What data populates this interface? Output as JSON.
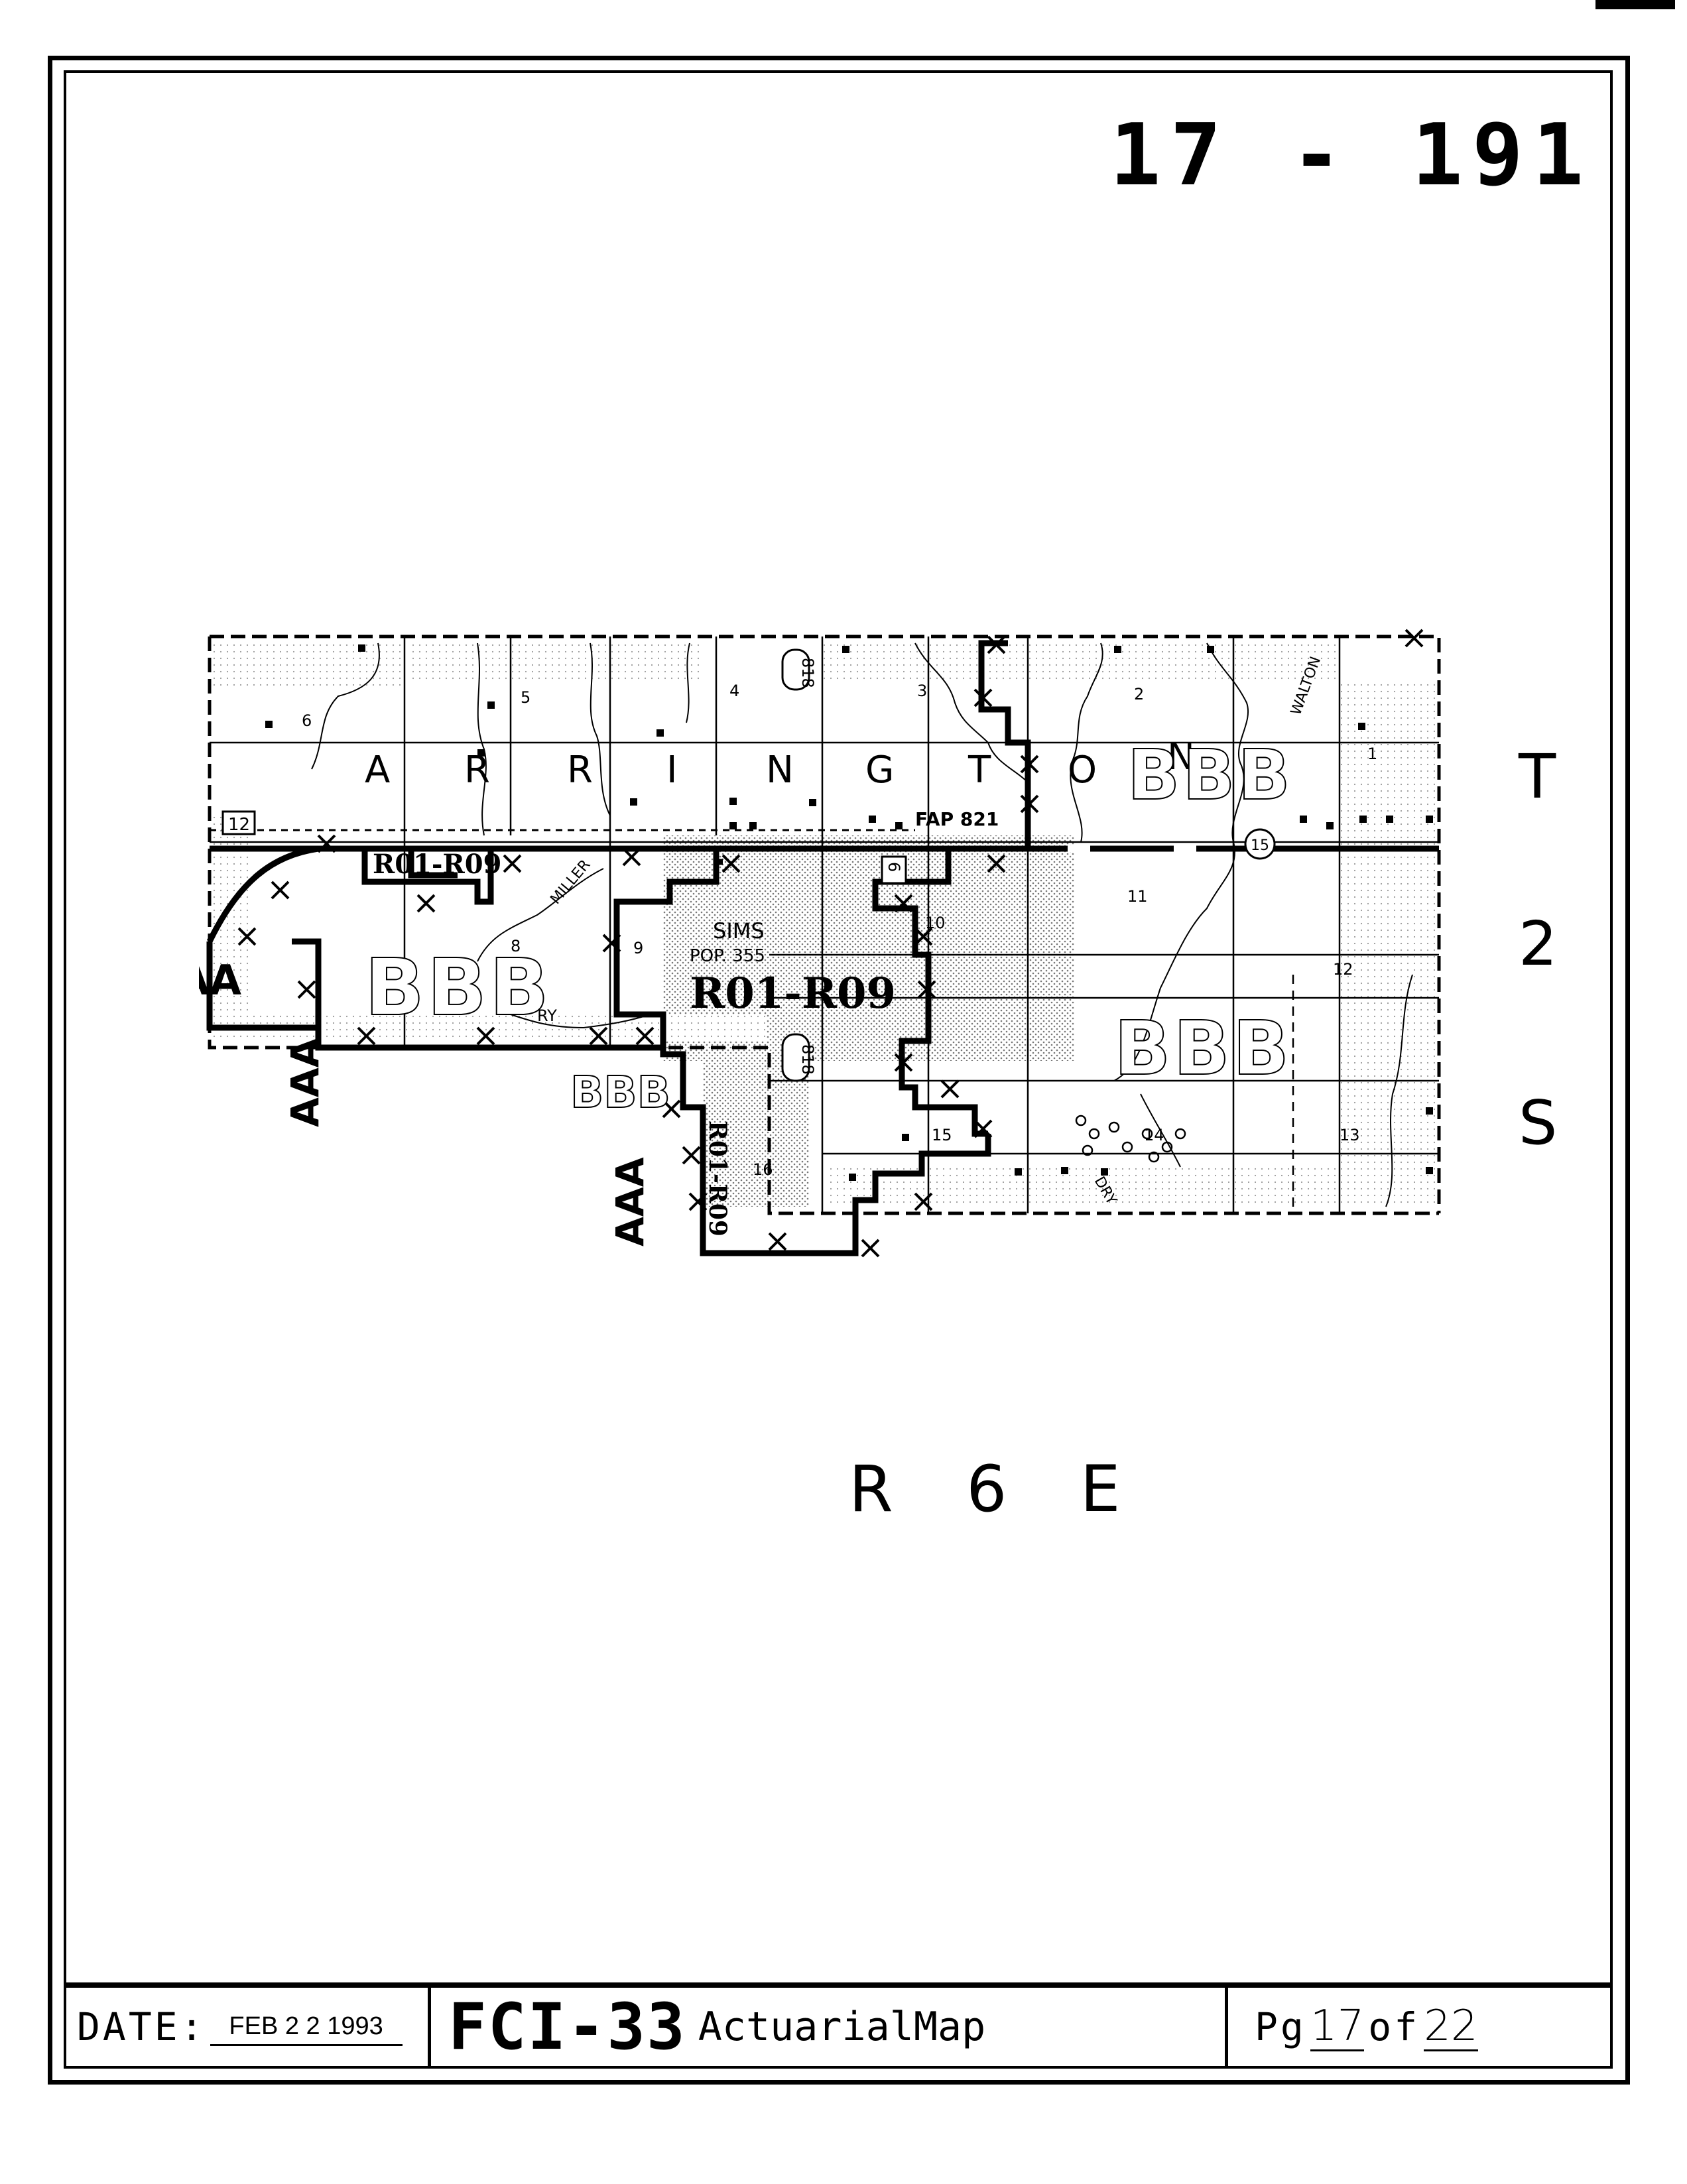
{
  "header": {
    "page_id": "17 - 191"
  },
  "township": {
    "t": "T",
    "n": "2",
    "s": "S"
  },
  "range": {
    "label": "R 6 E"
  },
  "map": {
    "town_name": "SIMS",
    "town_pop": "POP. 355",
    "township_letters": [
      "A",
      "R",
      "R",
      "I",
      "N",
      "G",
      "T",
      "O",
      "N"
    ],
    "rate_zones": {
      "bbb": "BBB",
      "aaa": "AAA",
      "r01": "R01-R09"
    },
    "sections": [
      "1",
      "2",
      "3",
      "4",
      "5",
      "6",
      "8",
      "9",
      "10",
      "11",
      "12",
      "13",
      "14",
      "15",
      "16"
    ],
    "road_labels": {
      "fap": "FAP 821",
      "route_818": "818",
      "route_12": "12",
      "route_15": "15",
      "route_6": "6"
    },
    "creek_labels": [
      "MILLER",
      "WALTON",
      "DRY",
      "RY"
    ]
  },
  "footer": {
    "date_label": "DATE:",
    "date_value": "FEB 2 2 1993",
    "form_id": "FCI-33",
    "form_name": "ActuarialMap",
    "page_label": "Pg",
    "page_num": "17",
    "of_label": "of",
    "page_total": "22"
  },
  "colors": {
    "ink": "#000000",
    "paper": "#ffffff",
    "stipple": "#9a9a9a"
  }
}
